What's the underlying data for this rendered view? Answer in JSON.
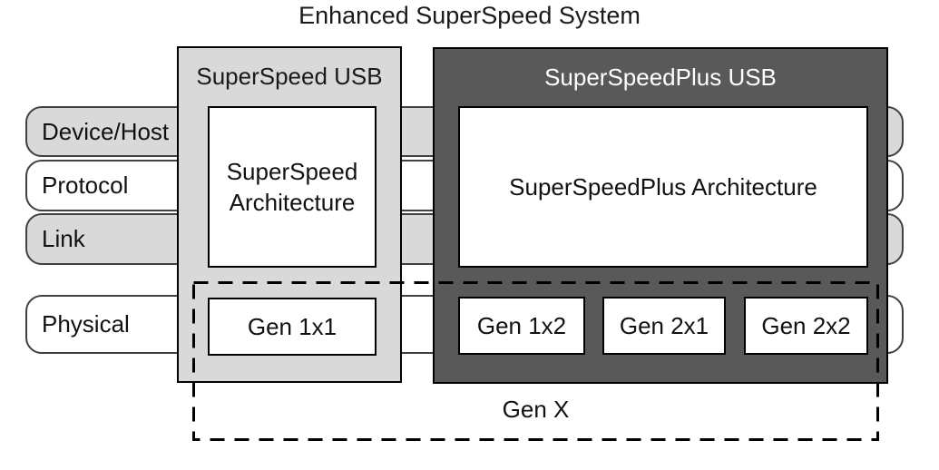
{
  "diagram": {
    "title": "Enhanced SuperSpeed System",
    "layers": [
      {
        "label": "Device/Host"
      },
      {
        "label": "Protocol"
      },
      {
        "label": "Link"
      },
      {
        "label": "Physical"
      }
    ],
    "superspeed_usb": {
      "title": "SuperSpeed USB",
      "architecture_label": "SuperSpeed Architecture",
      "gen_labels": [
        "Gen 1x1"
      ]
    },
    "superspeedplus_usb": {
      "title": "SuperSpeedPlus USB",
      "architecture_label": "SuperSpeedPlus Architecture",
      "gen_labels": [
        "Gen 1x2",
        "Gen 2x1",
        "Gen 2x2"
      ]
    },
    "gen_x_label": "Gen X",
    "colors": {
      "light_gray_fill": "#d9d9d9",
      "dark_gray_fill": "#595959",
      "white_fill": "#ffffff",
      "box_border": "#000000",
      "pill_border": "#404040",
      "title_text": "#1a1a1a",
      "dark_box_title_text": "#ffffff"
    }
  }
}
